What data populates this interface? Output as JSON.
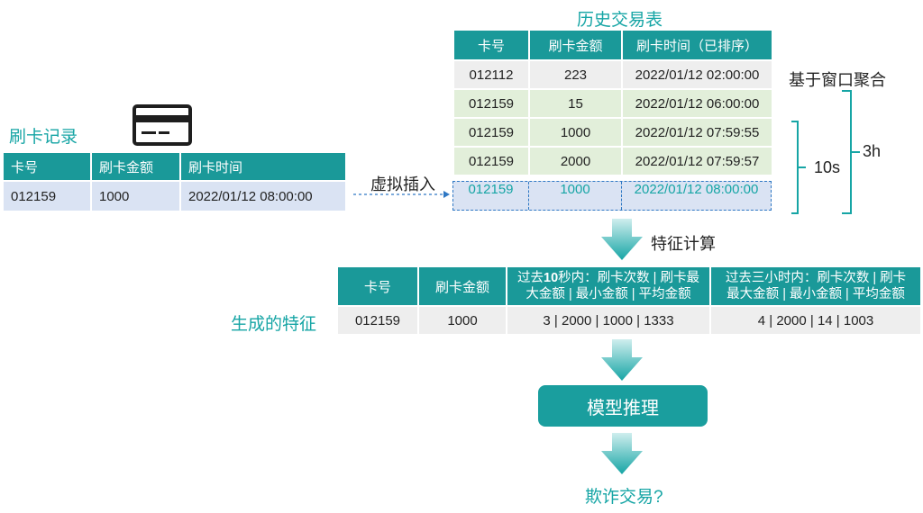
{
  "swipe_record": {
    "title": "刷卡记录",
    "headers": [
      "卡号",
      "刷卡金额",
      "刷卡时间"
    ],
    "row": [
      "012159",
      "1000",
      "2022/01/12 08:00:00"
    ]
  },
  "history": {
    "title": "历史交易表",
    "headers": [
      "卡号",
      "刷卡金额",
      "刷卡时间（已排序）"
    ],
    "rows": [
      [
        "012112",
        "223",
        "2022/01/12 02:00:00"
      ],
      [
        "012159",
        "15",
        "2022/01/12 06:00:00"
      ],
      [
        "012159",
        "1000",
        "2022/01/12 07:59:55"
      ],
      [
        "012159",
        "2000",
        "2022/01/12 07:59:57"
      ]
    ],
    "virtual_row": [
      "012159",
      "1000",
      "2022/01/12 08:00:00"
    ]
  },
  "labels": {
    "virtual_insert": "虚拟插入",
    "window_agg": "基于窗口聚合",
    "window_10s": "10s",
    "window_3h": "3h",
    "feature_calc": "特征计算",
    "generated_features": "生成的特征",
    "model_inference": "模型推理",
    "fraud_question": "欺诈交易?"
  },
  "features": {
    "headers": [
      "卡号",
      "刷卡金额",
      "过去10秒内：刷卡次数 | 刷卡最大金额 | 最小金额 | 平均金额",
      "过去三小时内：刷卡次数 | 刷卡最大金额 | 最小金额 | 平均金额"
    ],
    "header_parts": {
      "h3_line1_a": "过去",
      "h3_line1_bold": "10",
      "h3_line1_b": "秒内：刷卡次数 | 刷卡最",
      "h3_line2": "大金额  | 最小金额 | 平均金额",
      "h4_line1": "过去三小时内：刷卡次数 | 刷卡",
      "h4_line2": "最大金额 | 最小金额 | 平均金额"
    },
    "row": [
      "012159",
      "1000",
      "3 | 2000 | 1000 | 1333",
      "4 | 2000 | 14 | 1003"
    ]
  },
  "colors": {
    "header": "#1a9999",
    "accent": "#16a5a5",
    "row_gray": "#eeeeee",
    "row_green": "#e2efda",
    "row_blue": "#dae3f3"
  },
  "icons": [
    "credit-card-icon",
    "down-arrow-icon"
  ]
}
